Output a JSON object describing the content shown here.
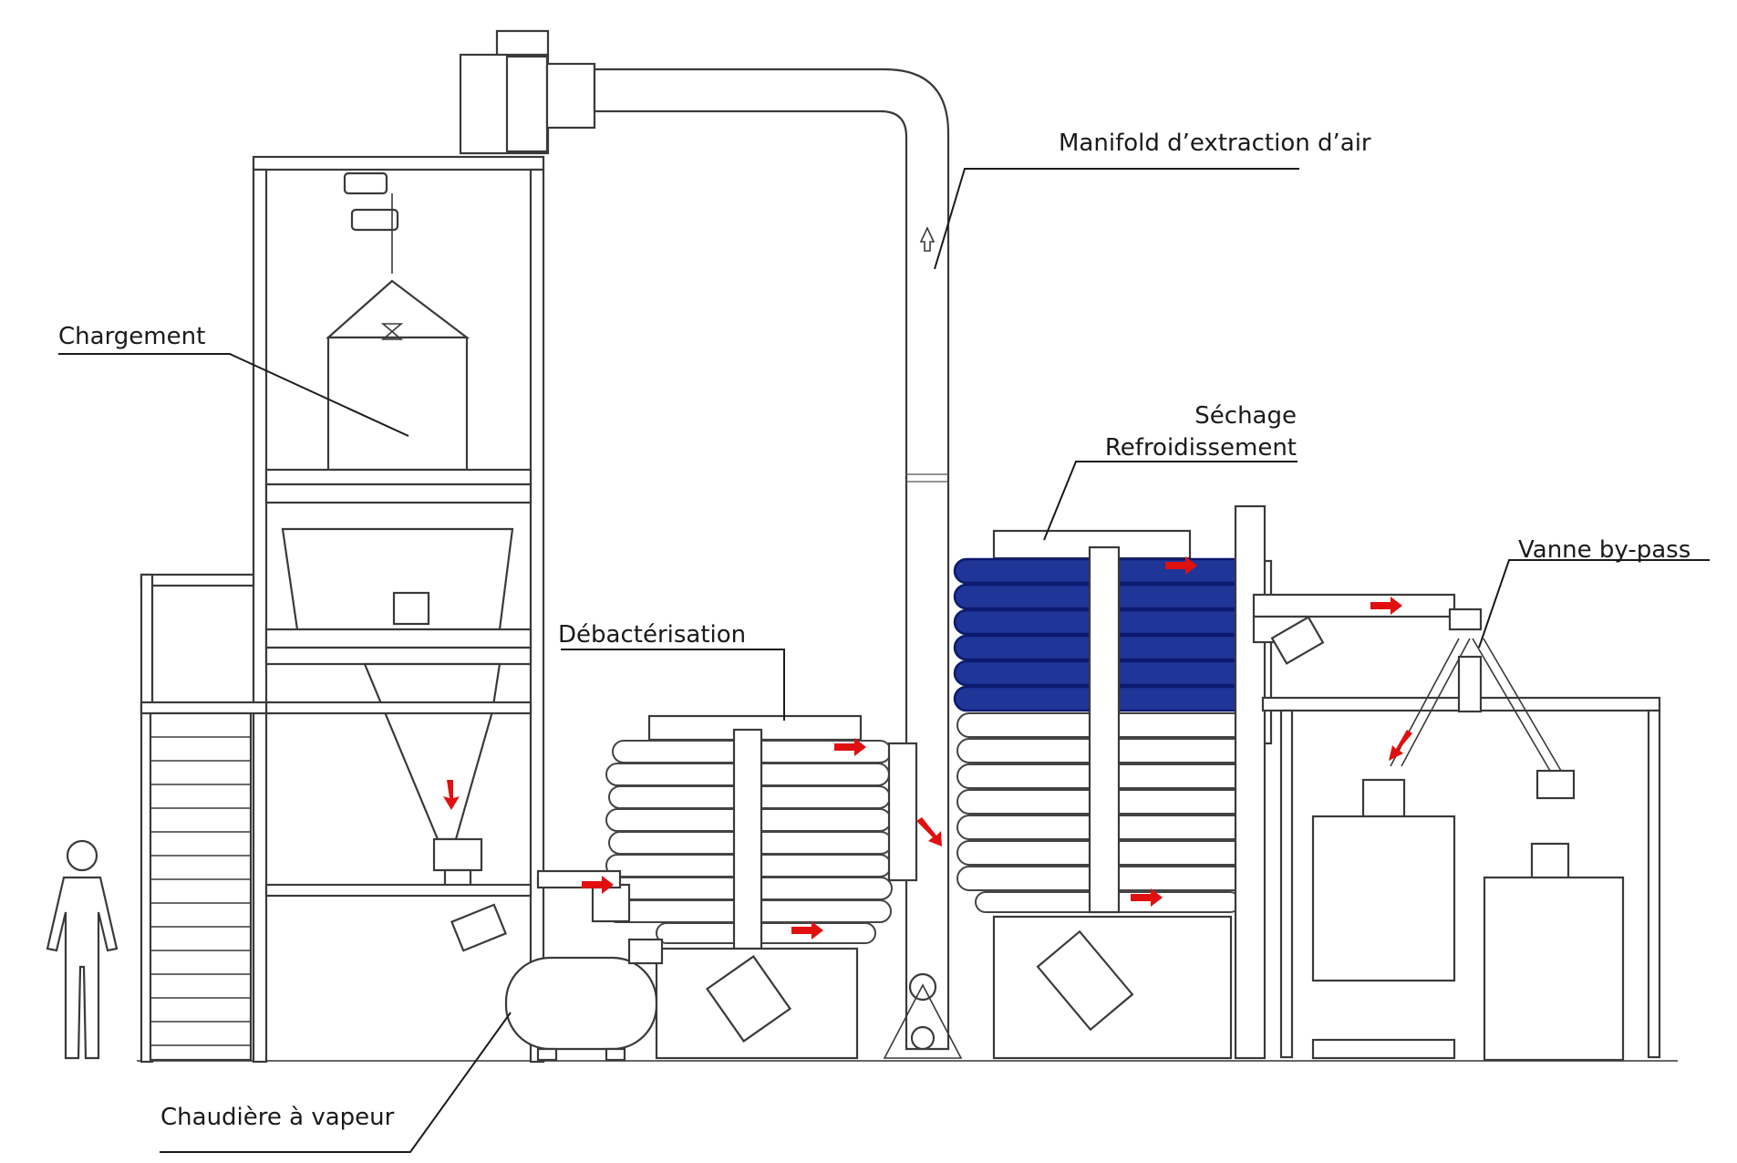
{
  "diagram": {
    "labels": {
      "manifold": "Manifold d’extraction d’air",
      "chargement": "Chargement",
      "sechage": "Séchage",
      "refroidissement": "Refroidissement",
      "vanne": "Vanne by-pass",
      "debacterisation": "Débactérisation",
      "chaudiere": "Chaudière à vapeur"
    },
    "colors": {
      "line": "#3a3a3a",
      "flow_arrow": "#e01010",
      "drying_coil": "#1f3597",
      "background": "#ffffff"
    }
  }
}
